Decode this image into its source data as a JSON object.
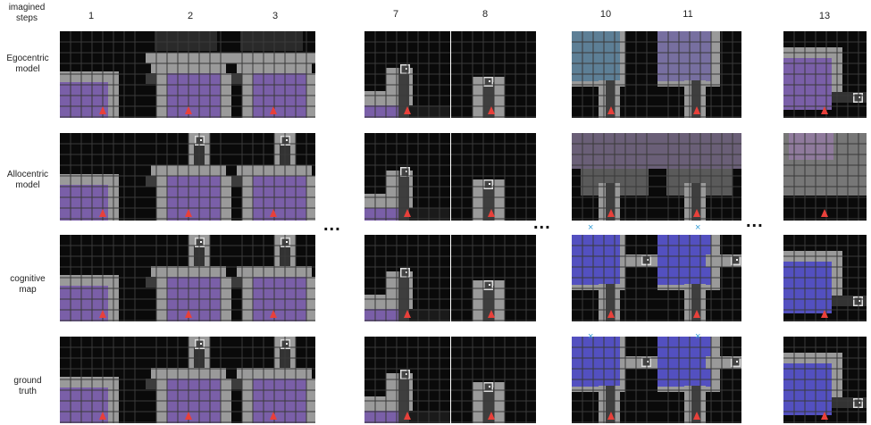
{
  "header": {
    "corner_label": "imagined\nsteps",
    "steps": [
      "1",
      "2",
      "3",
      "7",
      "8",
      "10",
      "11",
      "13"
    ]
  },
  "rows": [
    {
      "id": "egocentric",
      "label": "Egocentric\nmodel"
    },
    {
      "id": "allocentric",
      "label": "Allocentric\nmodel"
    },
    {
      "id": "cognitive",
      "label": "cognitive\nmap"
    },
    {
      "id": "ground",
      "label": "ground\ntruth"
    }
  ],
  "separators": [
    "...",
    "...",
    "..."
  ],
  "colors": {
    "background": "#0a0a0a",
    "grid": "#3a3a3a",
    "corridor": "#9a9a9a",
    "room_purple": "#7a5fa8",
    "room_blue": "#5350c0",
    "agent": "#e8403a",
    "door": "#555555",
    "marker": "#3aa0d8"
  },
  "icons": {
    "agent": "agent-triangle-icon",
    "door_marker": "door-marker-icon",
    "unknown_marker": "x-marker-icon"
  }
}
